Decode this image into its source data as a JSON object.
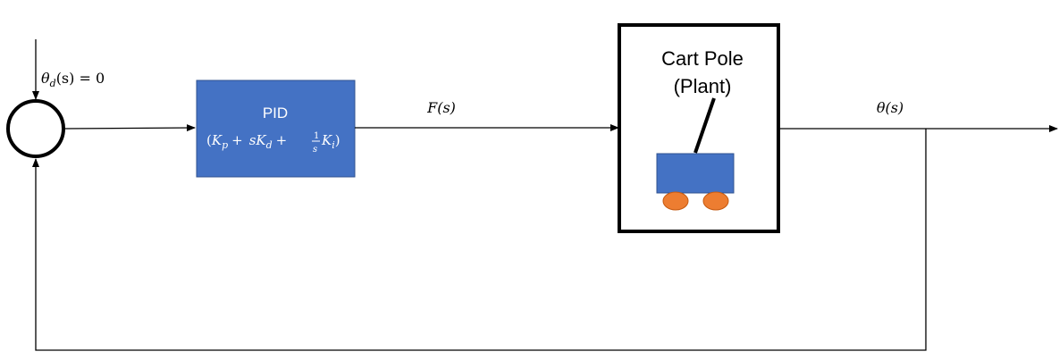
{
  "reference": {
    "theta": "θ",
    "sub": "d",
    "rest": "(s) = 0"
  },
  "pid": {
    "title": "PID",
    "open": "(",
    "kp": "K",
    "kp_sub": "p",
    "plus1": "+",
    "s": "s",
    "kd": "K",
    "kd_sub": "d",
    "plus2": "+",
    "frac_num": "1",
    "frac_den": "s",
    "ki": "K",
    "ki_sub": "i",
    "close": ")"
  },
  "force_label": "F(s)",
  "plant": {
    "line1": "Cart Pole",
    "line2": "(Plant)"
  },
  "output_label": "θ(s)",
  "colors": {
    "block_fill": "#4472C4",
    "wheel_fill": "#ED7D31",
    "line": "#000000",
    "pid_text": "#ffffff"
  }
}
